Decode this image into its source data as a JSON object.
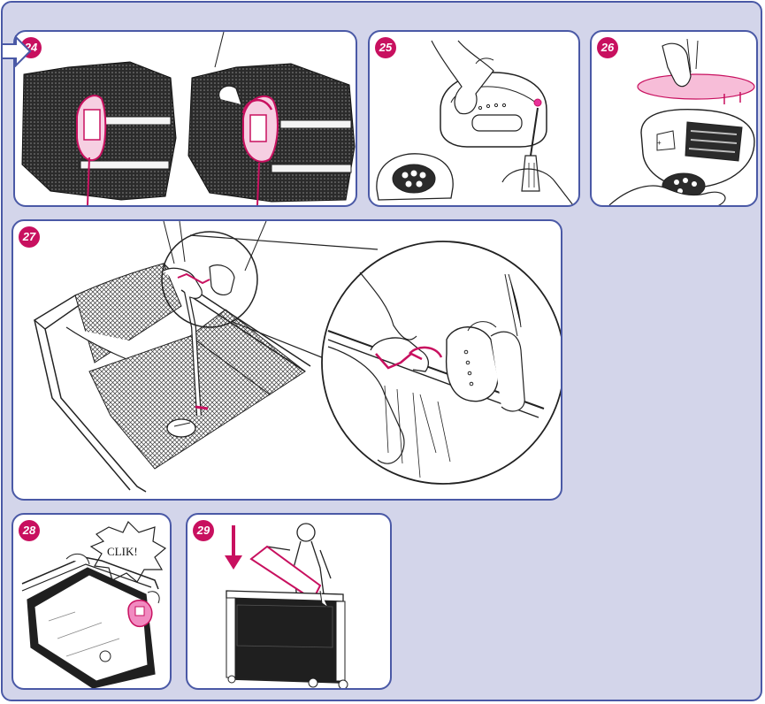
{
  "steps": [
    {
      "number": "24"
    },
    {
      "number": "25"
    },
    {
      "number": "26"
    },
    {
      "number": "27"
    },
    {
      "number": "28",
      "callout": "CLIK!"
    },
    {
      "number": "29"
    }
  ],
  "colors": {
    "accent": "#c8105f",
    "highlight": "#e8329a",
    "frame": "#4a59a6",
    "background": "#d3d5ea",
    "fabric": "#2b2b2b"
  }
}
